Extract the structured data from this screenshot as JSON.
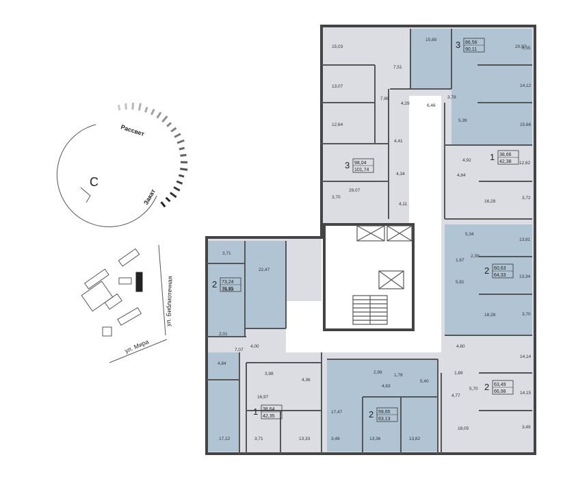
{
  "compass": {
    "north_letter": "С",
    "sunrise_label": "Рассвет",
    "sunset_label": "Закат"
  },
  "streets": {
    "bibliotechnaya": "ул. Библиотечная",
    "mira": "ул. Мира"
  },
  "apartments": [
    {
      "rooms": "3",
      "area_living": "86,56",
      "area_total": "90,11"
    },
    {
      "rooms": "3",
      "area_living": "98,04",
      "area_total": "101,74"
    },
    {
      "rooms": "1",
      "area_living": "38,66",
      "area_total": "42,38"
    },
    {
      "rooms": "2",
      "area_living": "60,63",
      "area_total": "64,33"
    },
    {
      "rooms": "2",
      "area_living": "73,24",
      "area_total": "76,95"
    },
    {
      "rooms": "2",
      "area_living": "63,49",
      "area_total": "66,98"
    },
    {
      "rooms": "1",
      "area_living": "38,64",
      "area_total": "42,35"
    },
    {
      "rooms": "2",
      "area_living": "59,65",
      "area_total": "63,13"
    }
  ],
  "room_labels": [
    "15,03",
    "13,07",
    "12,64",
    "7,51",
    "7,86",
    "15,89",
    "4,29",
    "6,46",
    "3,78",
    "20,97",
    "3,55",
    "14,12",
    "15,66",
    "5,39",
    "4,41",
    "4,92",
    "12,62",
    "4,34",
    "29,07",
    "3,70",
    "4,11",
    "4,84",
    "16,28",
    "3,72",
    "13,81",
    "5,34",
    "2,39",
    "1,67",
    "13,34",
    "5,81",
    "18,28",
    "3,70",
    "3,71",
    "15,63",
    "22,47",
    "2,01",
    "7,07",
    "4,84",
    "4,00",
    "17,12",
    "3,98",
    "4,36",
    "16,97",
    "3,71",
    "13,33",
    "2,99",
    "1,78",
    "4,83",
    "5,40",
    "17,47",
    "3,48",
    "13,36",
    "13,82",
    "4,80",
    "14,14",
    "1,89",
    "4,77",
    "5,70",
    "14,15",
    "18,05",
    "3,49"
  ]
}
